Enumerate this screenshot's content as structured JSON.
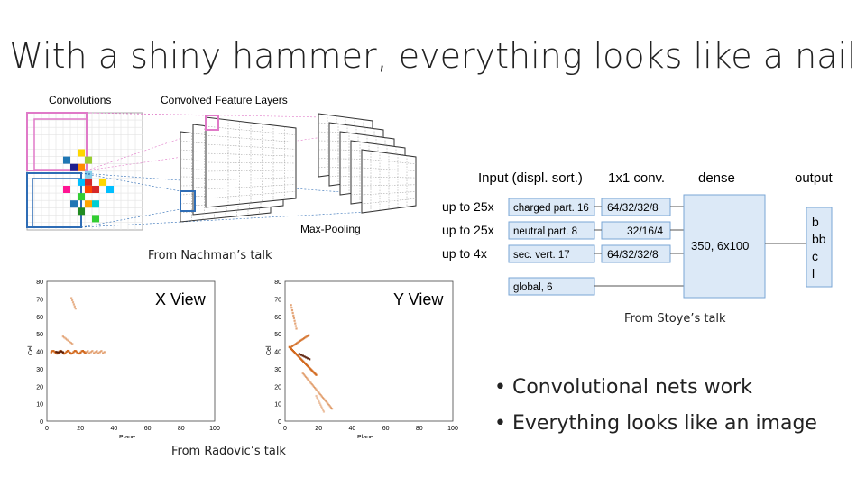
{
  "slide": {
    "title": "With a shiny hammer, everything looks like a nail"
  },
  "cnn_figure": {
    "label_convolutions": "Convolutions",
    "label_convolved": "Convolved Feature Layers",
    "label_maxpool": "Max-Pooling",
    "caption": "From Nachman’s talk"
  },
  "network_figure": {
    "headers": {
      "input": "Input (displ. sort.)",
      "conv": "1x1 conv.",
      "dense": "dense",
      "output": "output"
    },
    "rows": [
      {
        "mult": "up to 25x",
        "input": "charged part. 16",
        "conv": "64/32/32/8"
      },
      {
        "mult": "up to 25x",
        "input": "neutral part. 8",
        "conv": "32/16/4"
      },
      {
        "mult": "up to 4x",
        "input": "sec. vert. 17",
        "conv": "64/32/32/8"
      },
      {
        "mult": "",
        "input": "global, 6",
        "conv": ""
      }
    ],
    "dense_label": "350, 6x100",
    "outputs": [
      "b",
      "bb",
      "c",
      "l"
    ],
    "caption": "From Stoye’s talk",
    "colors": {
      "box_fill": "#dce9f7",
      "box_stroke": "#7aa6d6"
    }
  },
  "views_figure": {
    "x_view": {
      "title": "X View",
      "xlabel": "Plane",
      "ylabel": "Cell",
      "yticks": [
        "80",
        "70",
        "60",
        "50",
        "40",
        "30",
        "20",
        "10",
        "0"
      ],
      "xticks": [
        "0",
        "20",
        "40",
        "60",
        "80",
        "100"
      ]
    },
    "y_view": {
      "title": "Y View",
      "xlabel": "Plane",
      "ylabel": "Cell",
      "yticks": [
        "80",
        "70",
        "60",
        "50",
        "40",
        "30",
        "20",
        "10",
        "0"
      ],
      "xticks": [
        "0",
        "20",
        "40",
        "60",
        "80",
        "100"
      ]
    },
    "caption": "From Radovic’s talk",
    "colors": {
      "hit": "#d2691e",
      "hit_dark": "#5a1e08"
    }
  },
  "bullets": [
    "Convolutional nets work",
    "Everything looks like an image"
  ]
}
